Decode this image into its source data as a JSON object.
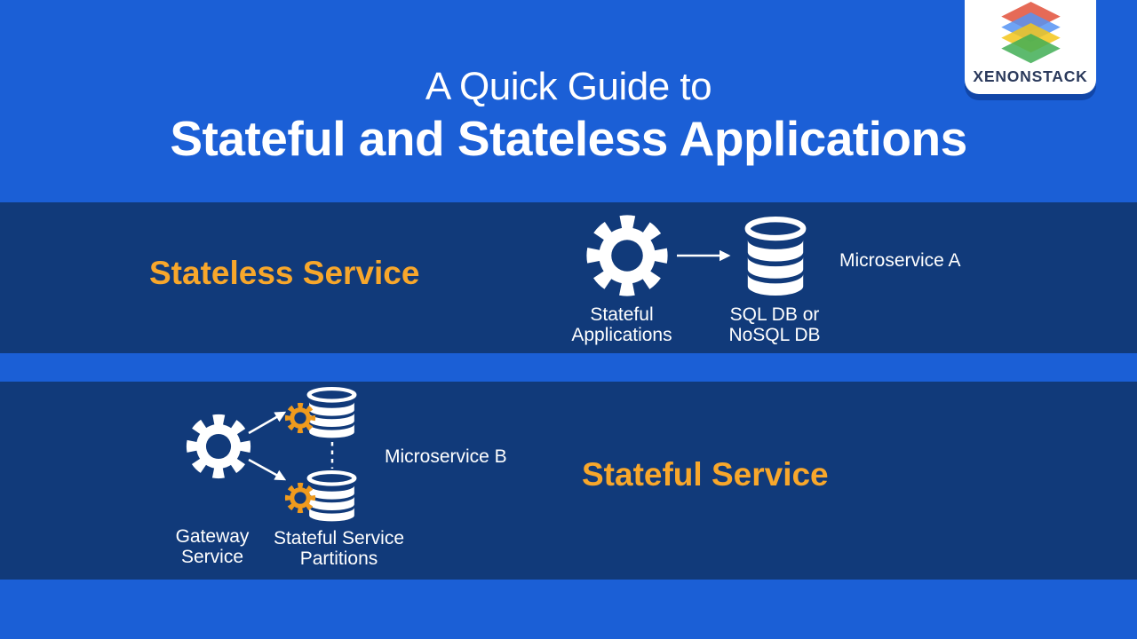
{
  "colors": {
    "bright_blue": "#1b5fd6",
    "dark_navy": "#113a7a",
    "accent_orange": "#f8a72b",
    "gear_orange": "#ef9a1d",
    "white": "#ffffff",
    "logo_text_navy": "#2b3a5c",
    "logo_layer_colors": [
      "#e2503a",
      "#5593f3",
      "#f3c61a",
      "#41ae55"
    ]
  },
  "icons": {
    "logo": "layered-stack-icon",
    "application": "gear-icon",
    "database": "database-cylinder-icon",
    "partition": "gear-icon-orange",
    "arrow": "arrow-right-icon",
    "connector": "dashed-line-connector"
  },
  "logo": {
    "brand": "XENONSTACK"
  },
  "header": {
    "title_line1": "A Quick Guide to",
    "title_line2": "Stateful and Stateless Applications"
  },
  "stateless_section": {
    "heading": "Stateless Service",
    "app_label": "Stateful\nApplications",
    "db_label": "SQL DB or\nNoSQL DB",
    "microservice_label": "Microservice A"
  },
  "stateful_section": {
    "heading": "Stateful Service",
    "gateway_label": "Gateway\nService",
    "partitions_label": "Stateful Service\nPartitions",
    "microservice_label": "Microservice B"
  }
}
